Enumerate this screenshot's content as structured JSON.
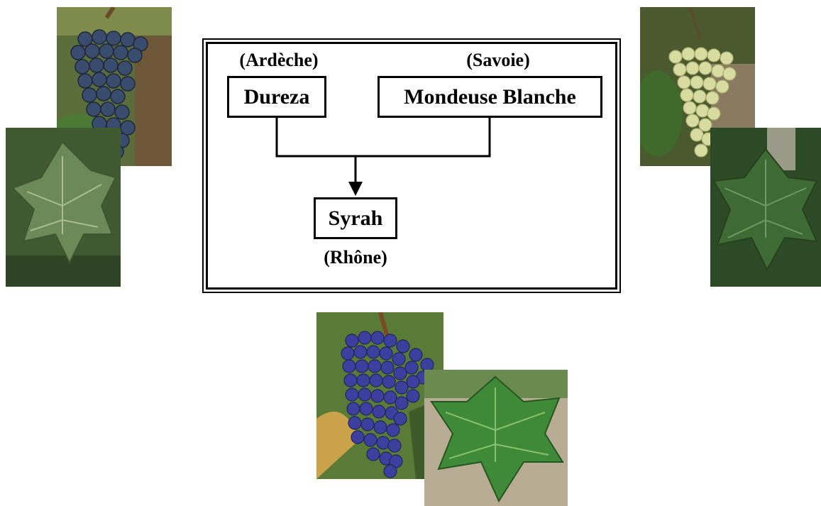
{
  "diagram": {
    "parents": [
      {
        "name": "Dureza",
        "region": "(Ardèche)"
      },
      {
        "name": "Mondeuse Blanche",
        "region": "(Savoie)"
      }
    ],
    "child": {
      "name": "Syrah",
      "region": "(Rhône)"
    }
  },
  "photos": [
    {
      "icon": "dark-grape-cluster-photo"
    },
    {
      "icon": "grape-leaf-photo"
    },
    {
      "icon": "white-grape-cluster-photo"
    },
    {
      "icon": "grape-leaf-photo"
    },
    {
      "icon": "dark-grape-cluster-photo"
    },
    {
      "icon": "grape-leaf-photo"
    }
  ],
  "colors": {
    "dark_grape": "#2e3e5a",
    "blue_grape": "#3b3f9a",
    "white_grape": "#d6dca0",
    "leaf": "#4d7a3a",
    "background": "#ffffff"
  }
}
